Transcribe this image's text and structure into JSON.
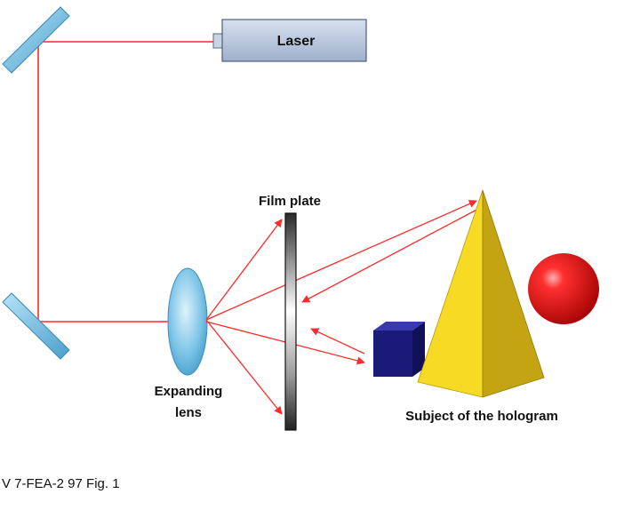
{
  "labels": {
    "laser": "Laser",
    "film_plate": "Film plate",
    "lens_line1": "Expanding",
    "lens_line2": "lens",
    "subject": "Subject of the hologram",
    "figure_caption": "V 7-FEA-2 97 Fig. 1"
  },
  "colors": {
    "beam": "#ff2a2a",
    "laser_body": "#b8c6dc",
    "mirror": "#7fc4e6",
    "pyramid": "#f2d21c",
    "cube": "#1a1a78",
    "sphere": "#e81010"
  }
}
